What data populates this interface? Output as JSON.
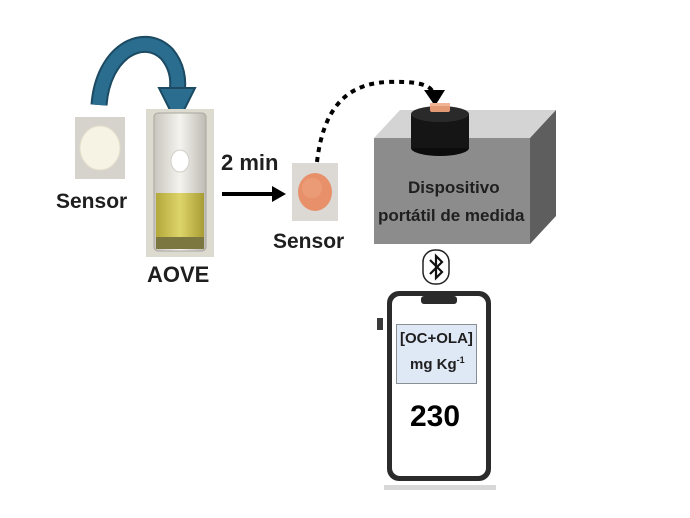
{
  "labels": {
    "sensor_left": "Sensor",
    "sample": "AOVE",
    "time": "2 min",
    "sensor_right": "Sensor",
    "device_line1": "Dispositivo",
    "device_line2": "portátil de medida"
  },
  "phone": {
    "unit_line1": "[OC+OLA]",
    "unit_line2": "mg Kg",
    "unit_superscript": "-1",
    "value": "230"
  },
  "icons": {
    "transfer_arrow": "curved-arrow-icon",
    "dotted_arrow": "dotted-arrow-icon",
    "wireless": "bluetooth-icon"
  },
  "colors": {
    "curved_arrow": "#2a6d8f",
    "reacted_sensor": "#e8906a",
    "device_body": "#8c8c8c",
    "oil": "#c9bf45",
    "screen_box": "#dfe8f5"
  }
}
